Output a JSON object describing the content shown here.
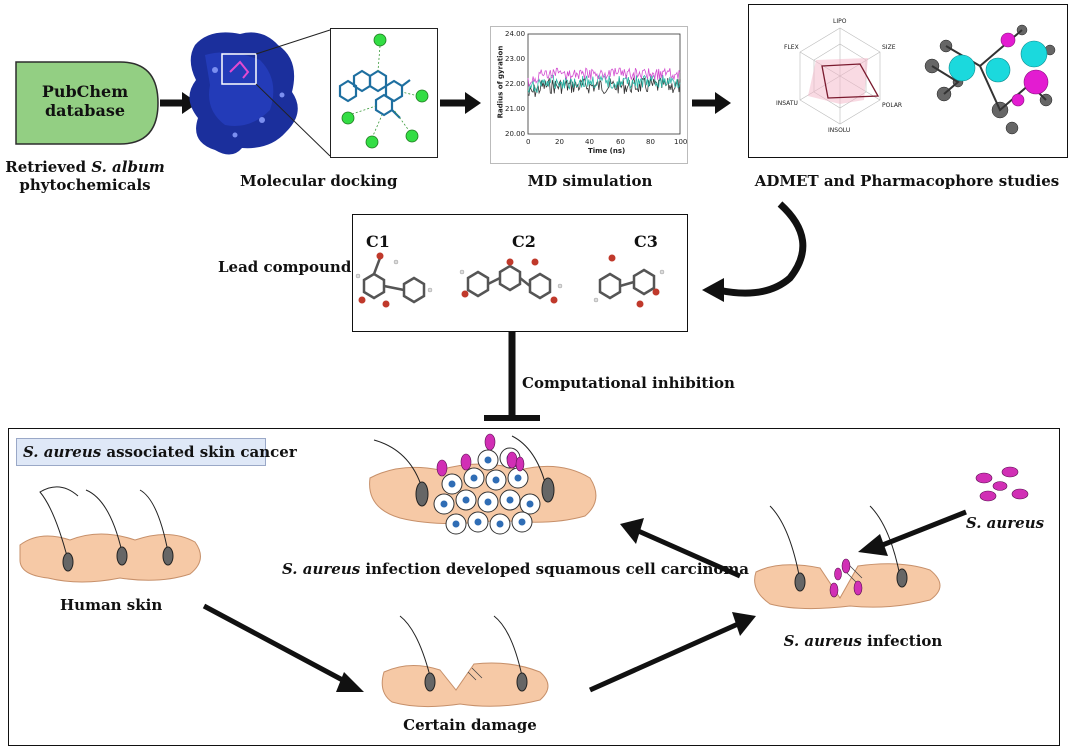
{
  "pubchem": {
    "title_line1": "PubChem",
    "title_line2": "database"
  },
  "retrieved": {
    "line1_prefix": "Retrieved ",
    "line1_species": "S. album",
    "line2": "phytochemicals"
  },
  "docking": {
    "label": "Molecular docking"
  },
  "md": {
    "label": "MD simulation",
    "ylabel": "Radius of gyration",
    "xlabel": "Time (ns)",
    "yticks": [
      "24.00",
      "23.00",
      "22.00",
      "21.00",
      "20.00"
    ],
    "xticks": [
      "0",
      "20",
      "40",
      "60",
      "80",
      "100"
    ]
  },
  "admet": {
    "label": "ADMET and Pharmacophore studies",
    "radar_axes": [
      "LIPO",
      "SIZE",
      "POLAR",
      "INSOLU",
      "INSATU",
      "FLEX"
    ]
  },
  "lead": {
    "label": "Lead compounds",
    "compounds": [
      "C1",
      "C2",
      "C3"
    ]
  },
  "inhibition": {
    "label": "Computational inhibition"
  },
  "skin_panel": {
    "header_species": "S. aureus",
    "header_rest": " associated skin cancer",
    "human_skin": "Human skin",
    "certain_damage": "Certain damage",
    "infection_species": "S. aureus",
    "infection_rest": " infection",
    "carcinoma_species": "S. aureus",
    "carcinoma_rest": " infection developed squamous cell carcinoma",
    "bacteria_label": "S. aureus"
  },
  "colors": {
    "pubchem_fill": "#93cf83",
    "skin_fill": "#f6c9a6",
    "skin_stroke": "#c7906a",
    "bacteria": "#d12fb5",
    "tumor_nucleus": "#2f6db5",
    "header_fill": "#dfe8f7",
    "protein": "#1b2f9c",
    "ligand": "#1e6fa0"
  }
}
